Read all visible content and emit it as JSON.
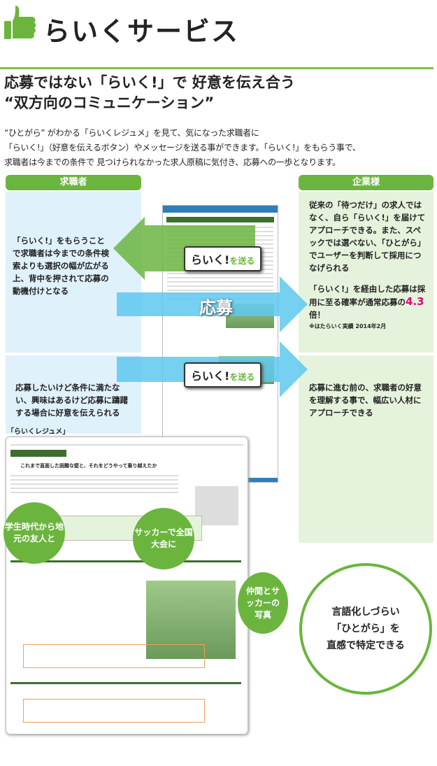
{
  "header": {
    "title": "らいくサービス",
    "icon": "thumbs-up-icon"
  },
  "headline": [
    "応募ではない「らいく!」で 好意を伝え合う",
    "“双方向のコミュニケーション”"
  ],
  "intro": [
    "“ひとがら” がわかる「らいくレジュメ」を見て、気になった求職者に",
    "「らいく!」（好意を伝えるボタン）やメッセージを送る事ができます。「らいく!」をもらう事で、",
    "求職者は今までの条件で 見つけられなかった求人原稿に気付き、応募への一歩となります。"
  ],
  "left": {
    "label": "求職者",
    "text1": "「らいく!」をもらうことで求職者は今までの条件検索よりも選択の幅が広がる上、背中を押されて応募の動機付けとなる",
    "text2": "応募したいけど条件に満たない、興味はあるけど応募に躊躇する場合に好意を伝えられる"
  },
  "right": {
    "label": "企業様",
    "text1": "従来の「待つだけ」の求人ではなく、自ら「らいく!」を届けてアプローチできる。また、スペックでは選べない、「ひとがら」でユーザーを判断して採用につなげられる",
    "text2a": "「らいく!」を経由した応募は採用に至る確率が通常応募の",
    "highlight": "4.3",
    "text2b": "倍！",
    "note": "※はたらいく実績 2014年2月",
    "text3": "応募に進む前の、求職者の好意を理解する事で、幅広い人材にアプローチできる"
  },
  "center": {
    "send_main": "らいく!",
    "send_sub": "を送る",
    "apply": "応募"
  },
  "resume": {
    "label": "「らいくレジュメ」",
    "question": "これまで直面した困難な壁と、それをどうやって乗り越えたか"
  },
  "bubbles": [
    "学生時代から地元の友人と",
    "サッカーで全国大会に",
    "仲間とサッカーの写真"
  ],
  "big_bubble": [
    "言語化しづらい",
    "「ひとがら」を",
    "直感で特定できる"
  ],
  "colors": {
    "green": "#6bb53f",
    "blue_arrow": "#5ec8ee",
    "highlight": "#e6007e"
  }
}
